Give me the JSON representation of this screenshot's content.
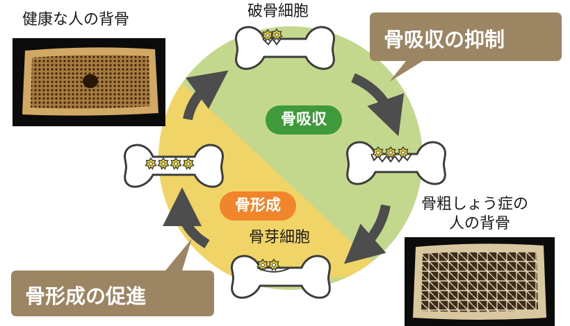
{
  "title_healthy": "健康な人の背骨",
  "title_osteo": [
    "骨粗しょう症の",
    "人の背骨"
  ],
  "cells": {
    "osteoclast": "破骨細胞",
    "osteoblast": "骨芽細胞"
  },
  "phases": {
    "resorption": "骨吸収",
    "formation": "骨形成"
  },
  "callouts": {
    "top": "骨吸収の抑制",
    "bottom": "骨形成の促進"
  },
  "colors": {
    "resorption_region": "#c3d88c",
    "formation_region": "#f0d468",
    "resorption_pill": "#3e9a3a",
    "formation_pill": "#f0852b",
    "callout": "#9c8562",
    "arrow": "#4d4d4d",
    "cell": "#e9d22a"
  }
}
